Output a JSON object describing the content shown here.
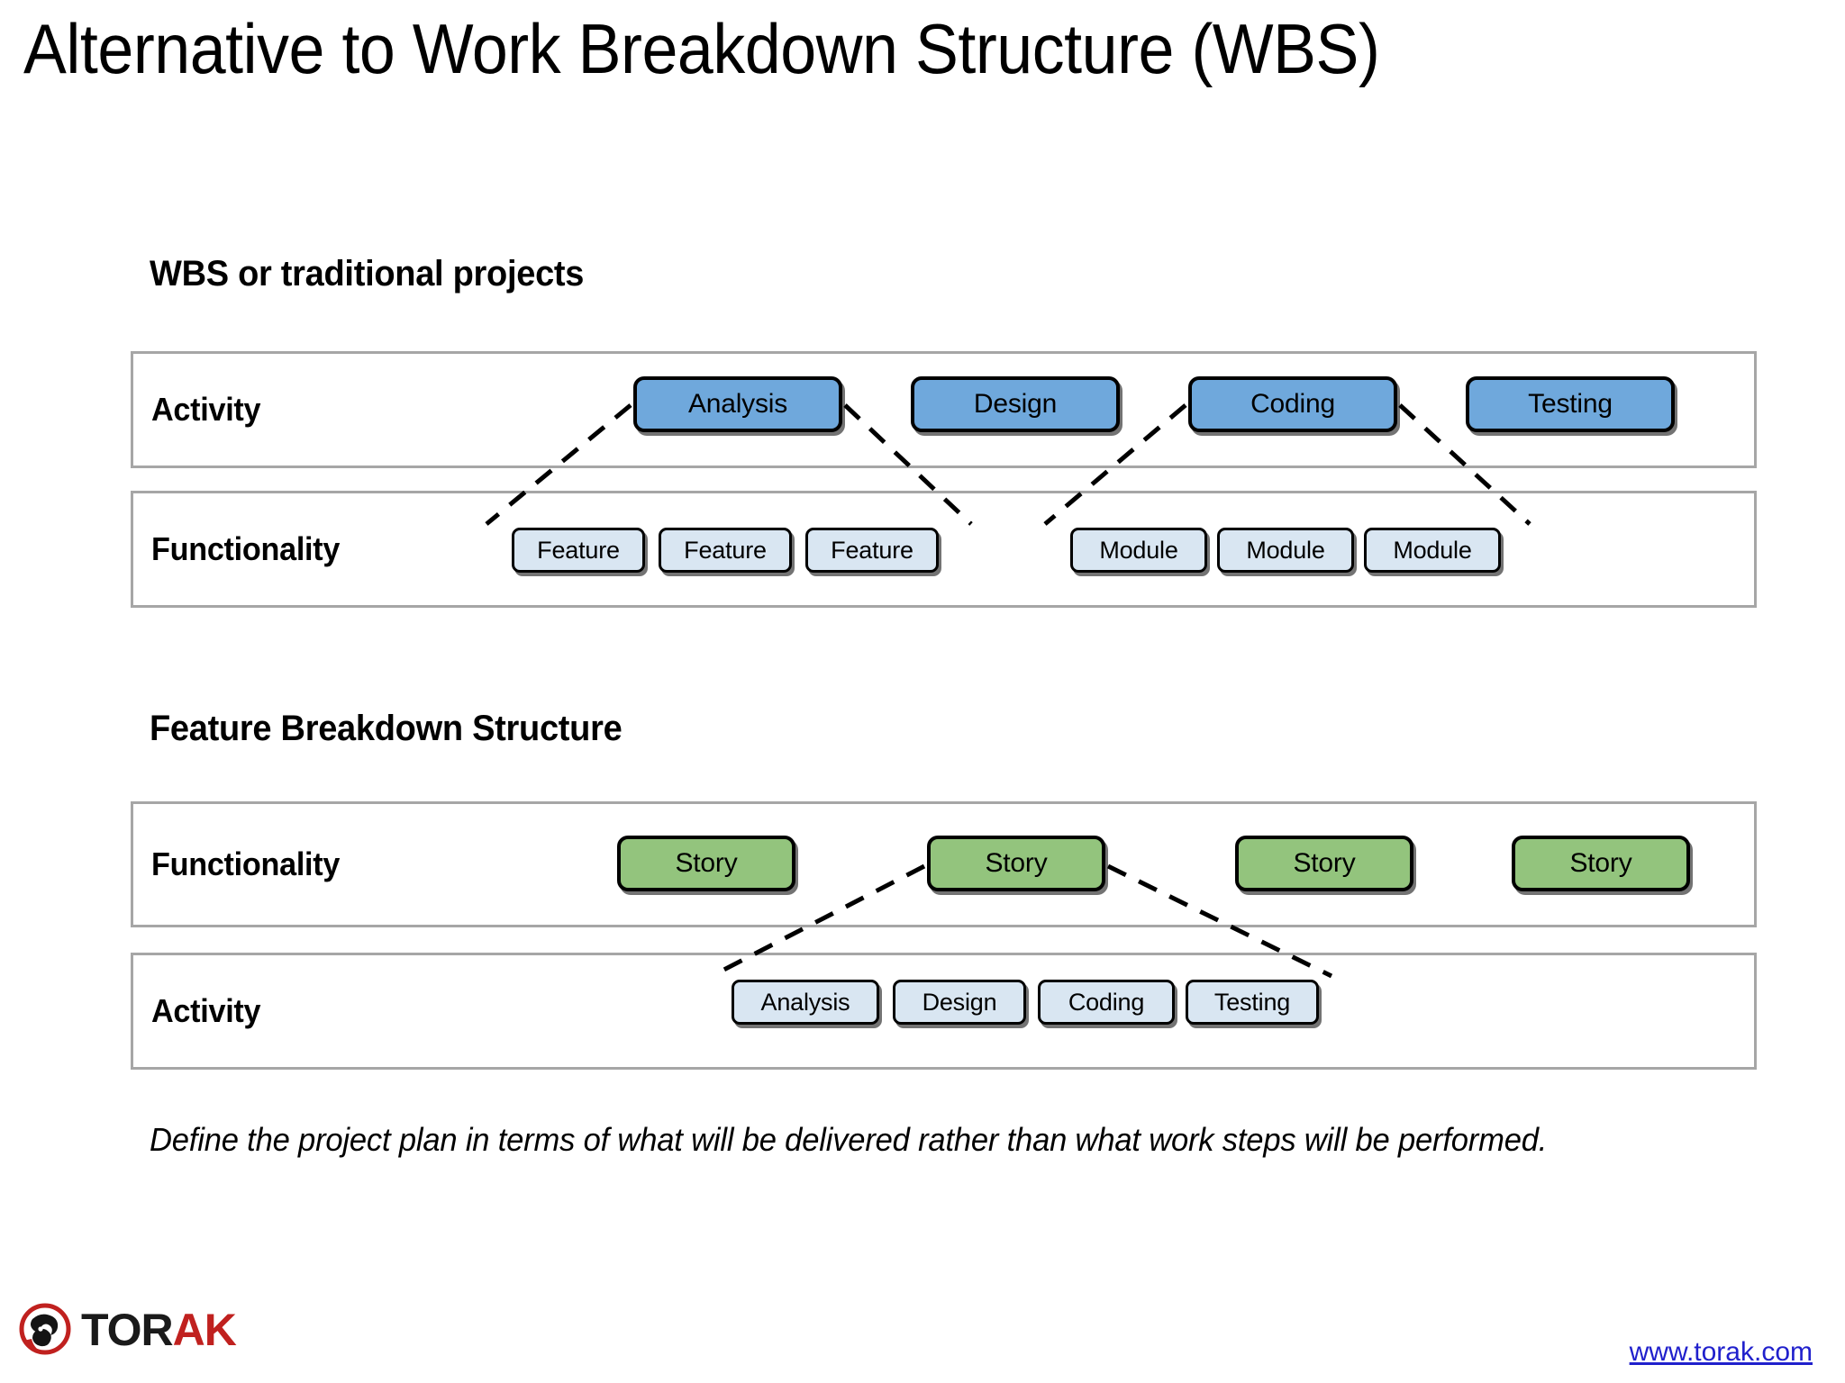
{
  "slide": {
    "title": "Alternative to Work Breakdown Structure (WBS)",
    "caption": "Define the project plan in terms of what will be delivered rather than what work steps will be performed."
  },
  "sections": [
    {
      "heading": "WBS or traditional projects",
      "rows": [
        {
          "label": "Activity",
          "style": "blue",
          "nodes": [
            {
              "label": "Analysis"
            },
            {
              "label": "Design"
            },
            {
              "label": "Coding"
            },
            {
              "label": "Testing"
            }
          ]
        },
        {
          "label": "Functionality",
          "style": "pale",
          "nodes": [
            {
              "label": "Feature"
            },
            {
              "label": "Feature"
            },
            {
              "label": "Feature"
            },
            {
              "label": "Module"
            },
            {
              "label": "Module"
            },
            {
              "label": "Module"
            }
          ]
        }
      ]
    },
    {
      "heading": "Feature Breakdown Structure",
      "rows": [
        {
          "label": "Functionality",
          "style": "green",
          "nodes": [
            {
              "label": "Story"
            },
            {
              "label": "Story"
            },
            {
              "label": "Story"
            },
            {
              "label": "Story"
            }
          ]
        },
        {
          "label": "Activity",
          "style": "pale",
          "nodes": [
            {
              "label": "Analysis"
            },
            {
              "label": "Design"
            },
            {
              "label": "Coding"
            },
            {
              "label": "Testing"
            }
          ]
        }
      ]
    }
  ],
  "footer": {
    "logo_text_primary": "TOR",
    "logo_text_accent": "AK",
    "site_url": "www.torak.com"
  },
  "colors": {
    "activity_blue": "#6fa8dc",
    "story_green": "#93c47d",
    "pale_blue": "#d9e6f2",
    "band_border": "#a6a6a6",
    "node_border": "#000000",
    "link_blue": "#2020cc",
    "logo_accent_red": "#c0211f",
    "connector": "#000000"
  }
}
